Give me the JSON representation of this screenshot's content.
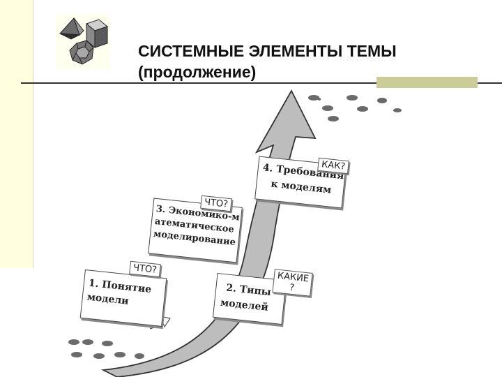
{
  "slide": {
    "title_line1": "СИСТЕМНЫЕ ЭЛЕМЕНТЫ ТЕМЫ",
    "title_line2": "(продолжение)"
  },
  "cards": {
    "concept": {
      "text": "1. Понятие модели",
      "tag": "ЧТО?"
    },
    "types": {
      "line1": "2. Типы",
      "line2": "моделей",
      "tag_line1": "КАКИЕ",
      "tag_line2": "?"
    },
    "modeling": {
      "text": "3. Экономико-математическое моделирование",
      "tag": "ЧТО?"
    },
    "requirements": {
      "line1": "4. Требования",
      "line2": "к моделям",
      "tag": "КАК?"
    }
  },
  "icons": {
    "logo": "polyhedra-icon",
    "footprints": "footprints-icon",
    "arrow": "growth-arrow-icon",
    "direction": "right-arrow-icon"
  },
  "colors": {
    "band": "#ffffe0",
    "accent_block": "#cccc99",
    "arrow_fill": "#b8b8b8",
    "arrow_stroke": "#333333"
  }
}
